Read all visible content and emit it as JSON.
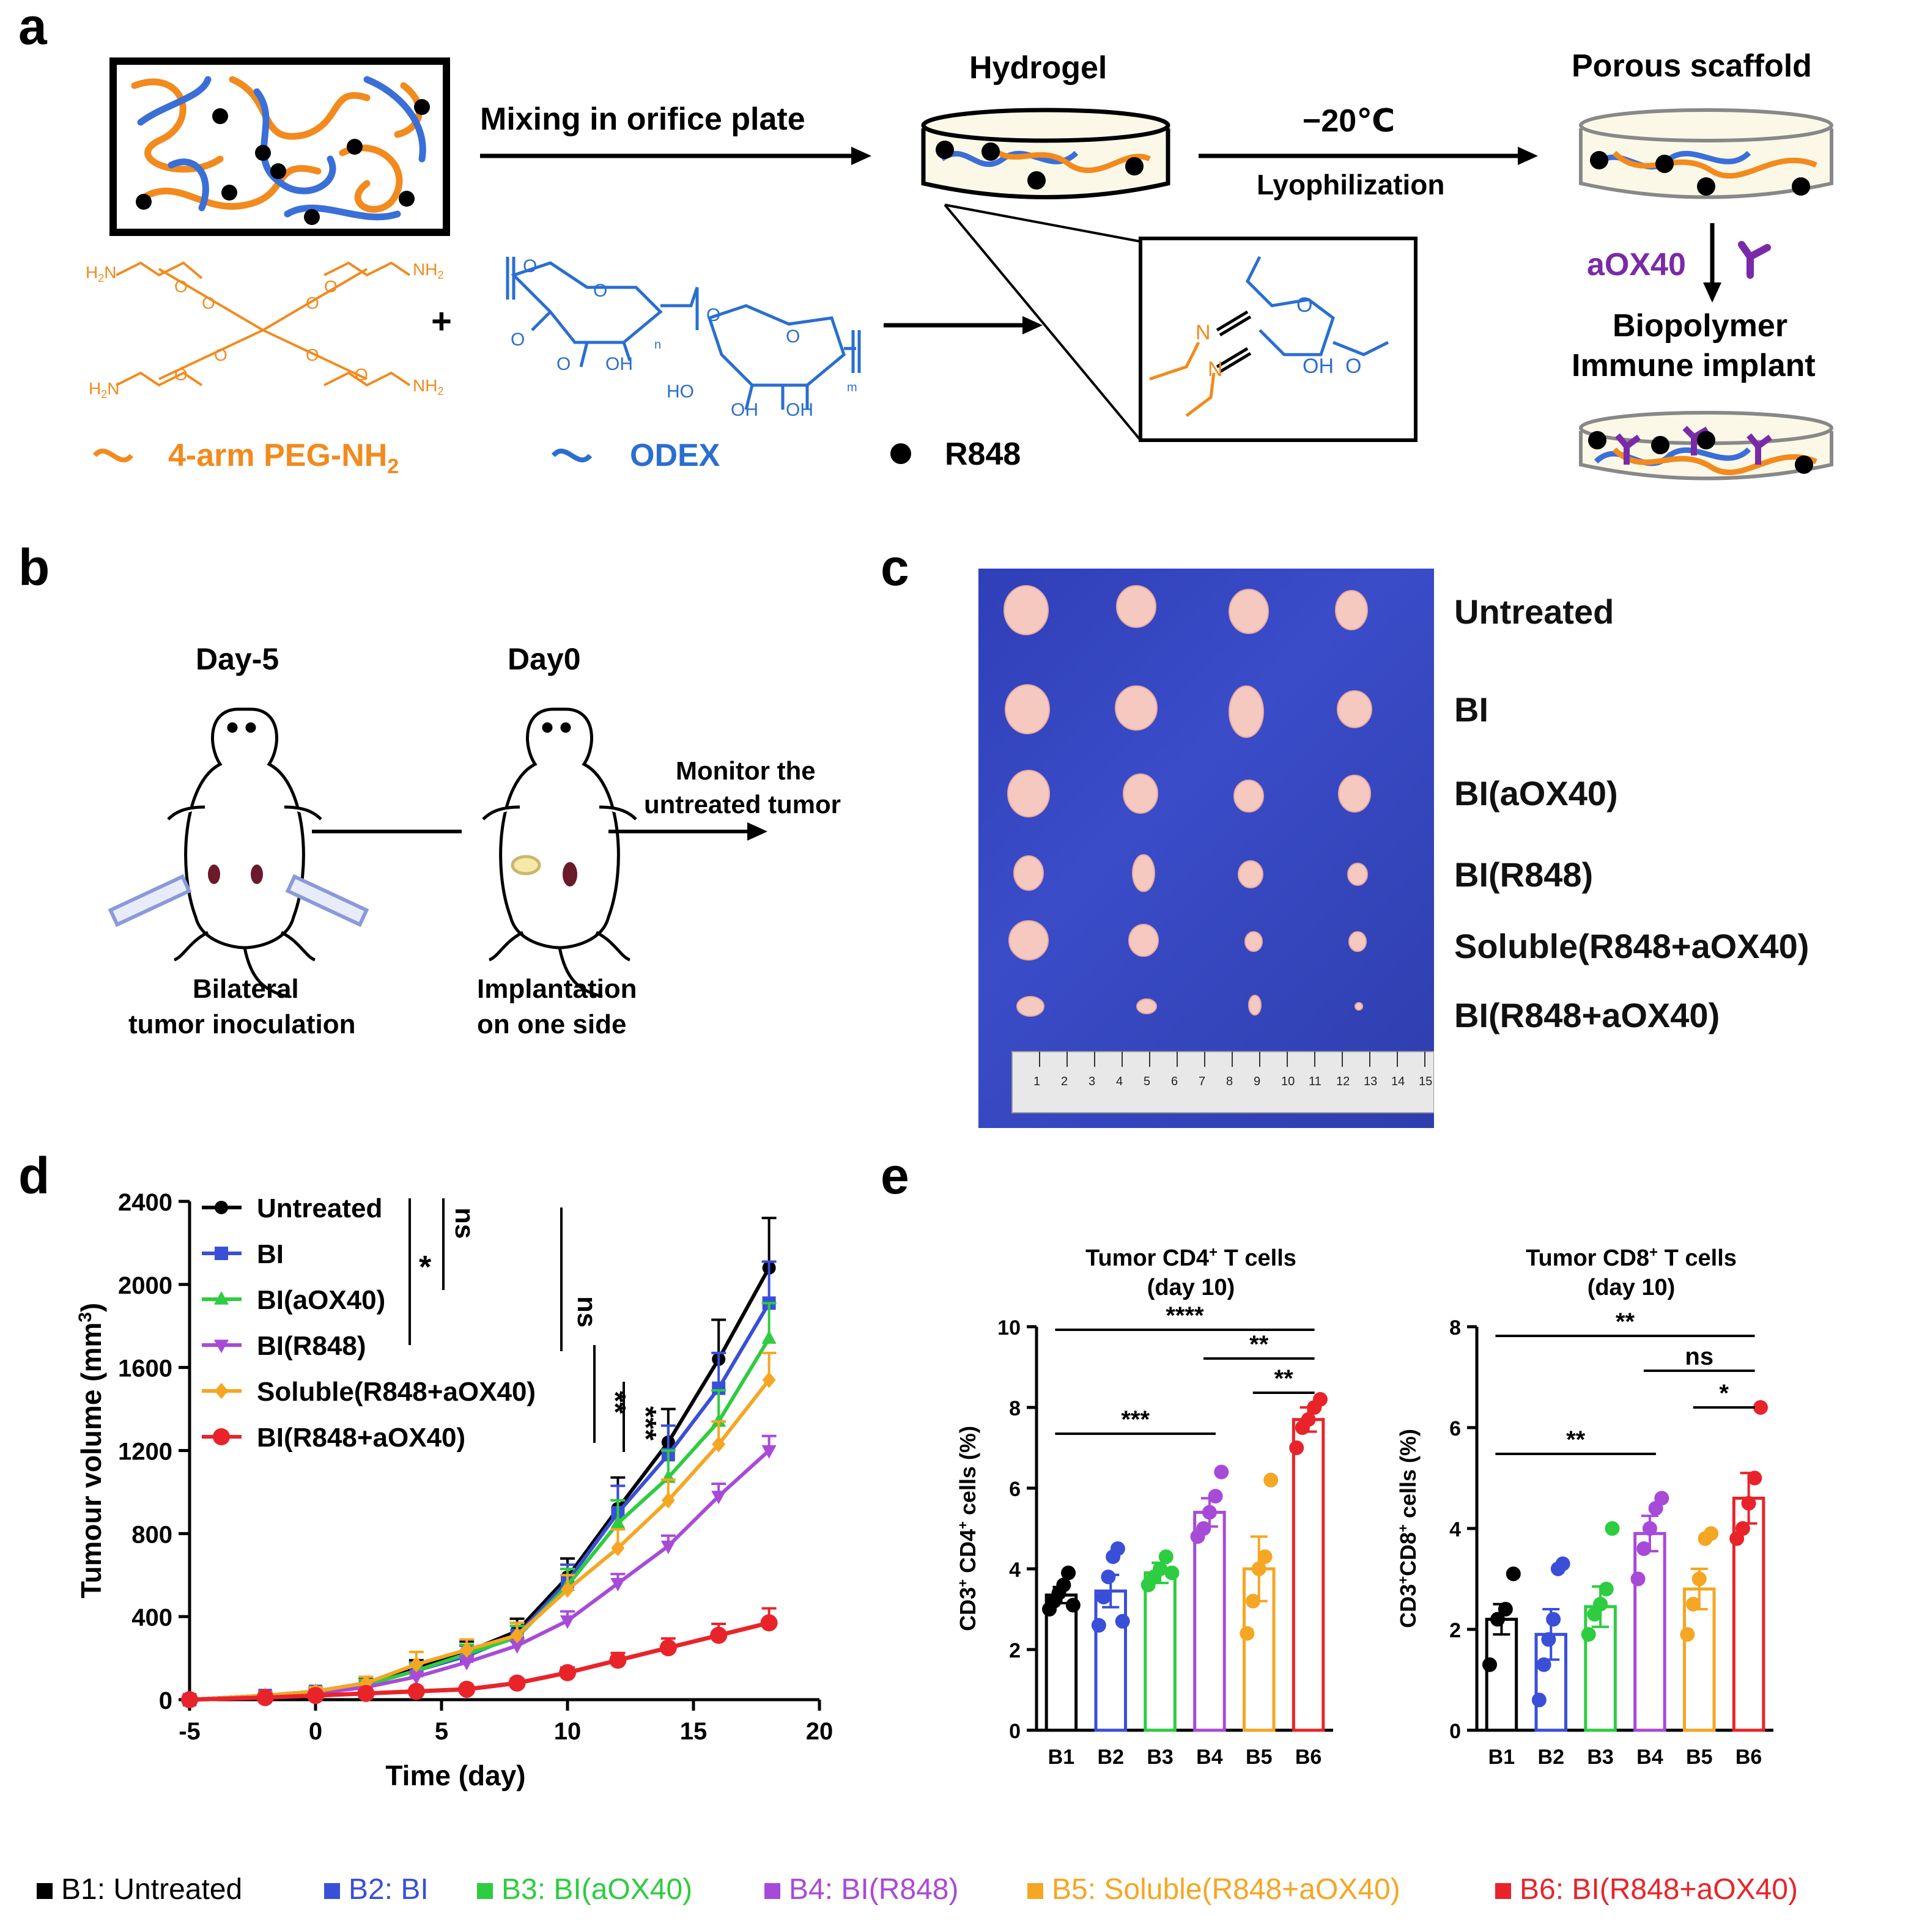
{
  "panels": {
    "a": "a",
    "b": "b",
    "c": "c",
    "d": "d",
    "e": "e"
  },
  "panel_a": {
    "step1": "Mixing in orifice plate",
    "hydrogel": "Hydrogel",
    "temp": "−20℃",
    "lyophilization": "Lyophilization",
    "porous_scaffold": "Porous scaffold",
    "aox40": "aOX40",
    "implant_line1": "Biopolymer",
    "implant_line2": "Immune implant",
    "plus": "+",
    "peg_label": "4-arm PEG-NH",
    "peg_sub": "2",
    "odex_label": "ODEX",
    "r848_label": "R848",
    "chem": {
      "nh2": "NH",
      "two": "2",
      "h2n": "H",
      "n": "N",
      "o": "O",
      "oh": "OH",
      "ho": "HO",
      "n_sub": "n",
      "m_sub": "m"
    }
  },
  "panel_b": {
    "day_minus5": "Day-5",
    "day0": "Day0",
    "monitor_line1": "Monitor the",
    "monitor_line2": "untreated tumor",
    "caption1_line1": "Bilateral",
    "caption1_line2": "tumor inoculation",
    "caption2_line1": "Implantation",
    "caption2_line2": "on one side"
  },
  "panel_c": {
    "rows": [
      "Untreated",
      "BI",
      "BI(aOX40)",
      "BI(R848)",
      "Soluble(R848+aOX40)",
      "BI(R848+aOX40)"
    ],
    "ruler_numbers": [
      "1",
      "2",
      "3",
      "4",
      "5",
      "6",
      "7",
      "8",
      "9",
      "10",
      "11",
      "12",
      "13",
      "14",
      "15"
    ]
  },
  "chart_data": [
    {
      "type": "line",
      "xlabel": "Time (day)",
      "ylabel": "Tumour volume (mm",
      "ylabel_sup": "3",
      "ylabel_end": ")",
      "xlim": [
        -5,
        20
      ],
      "ylim": [
        0,
        2400
      ],
      "xticks": [
        "-5",
        "0",
        "5",
        "10",
        "15",
        "20"
      ],
      "yticks": [
        "0",
        "400",
        "800",
        "1200",
        "1600",
        "2000",
        "2400"
      ],
      "x": [
        -5,
        -2,
        0,
        2,
        4,
        6,
        8,
        10,
        12,
        14,
        16,
        18
      ],
      "series": [
        {
          "name": "Untreated",
          "color": "#000000",
          "marker": "circle",
          "values": [
            0,
            20,
            40,
            80,
            150,
            230,
            330,
            590,
            920,
            1240,
            1640,
            2080
          ],
          "err": [
            10,
            15,
            20,
            25,
            40,
            50,
            60,
            90,
            150,
            160,
            190,
            240
          ]
        },
        {
          "name": "BI",
          "color": "#3a4fd8",
          "marker": "square",
          "values": [
            0,
            20,
            40,
            70,
            140,
            210,
            310,
            570,
            900,
            1180,
            1500,
            1910
          ],
          "err": [
            10,
            15,
            20,
            25,
            40,
            50,
            60,
            80,
            130,
            140,
            170,
            200
          ]
        },
        {
          "name": "BI(aOX40)",
          "color": "#2ecc40",
          "marker": "triangle",
          "values": [
            0,
            20,
            40,
            70,
            140,
            220,
            300,
            550,
            850,
            1070,
            1340,
            1740
          ],
          "err": [
            10,
            15,
            20,
            25,
            35,
            45,
            55,
            80,
            110,
            130,
            150,
            170
          ]
        },
        {
          "name": "BI(R848)",
          "color": "#a84ad8",
          "marker": "triangle-down",
          "values": [
            0,
            20,
            30,
            60,
            110,
            180,
            260,
            380,
            560,
            740,
            980,
            1200
          ],
          "err": [
            10,
            15,
            15,
            20,
            25,
            30,
            35,
            45,
            45,
            50,
            60,
            70
          ]
        },
        {
          "name": "Soluble(R848+aOX40)",
          "color": "#f5a623",
          "marker": "diamond",
          "values": [
            0,
            20,
            40,
            80,
            170,
            240,
            310,
            530,
            730,
            960,
            1230,
            1540
          ],
          "err": [
            10,
            15,
            20,
            30,
            60,
            50,
            60,
            70,
            90,
            100,
            110,
            130
          ]
        },
        {
          "name": "BI(R848+aOX40)",
          "color": "#e8242a",
          "marker": "circle",
          "values": [
            0,
            10,
            20,
            30,
            40,
            50,
            80,
            130,
            190,
            250,
            310,
            370
          ],
          "err": [
            5,
            8,
            10,
            10,
            10,
            15,
            20,
            25,
            35,
            45,
            55,
            70
          ]
        }
      ],
      "significance": [
        {
          "label": "*"
        },
        {
          "label": "ns"
        },
        {
          "label": "ns"
        },
        {
          "label": "**"
        },
        {
          "label": "***"
        }
      ]
    },
    {
      "type": "bar",
      "title_line1": "Tumor CD4",
      "title_sup": "+",
      "title_line1_end": " T cells",
      "title_line2": "(day 10)",
      "ylabel": "CD3",
      "ylabel_sup1": "+",
      "ylabel_mid": " CD4",
      "ylabel_sup2": "+",
      "ylabel_end": " cells (%)",
      "ylim": [
        0,
        10
      ],
      "yticks": [
        "0",
        "2",
        "4",
        "6",
        "8",
        "10"
      ],
      "categories": [
        "B1",
        "B2",
        "B3",
        "B4",
        "B5",
        "B6"
      ],
      "colors": [
        "#000000",
        "#3a4fd8",
        "#2ecc40",
        "#a84ad8",
        "#f5a623",
        "#e8242a"
      ],
      "values": [
        3.35,
        3.45,
        3.9,
        5.4,
        4.0,
        7.7
      ],
      "err": [
        0.2,
        0.4,
        0.25,
        0.35,
        0.8,
        0.3
      ],
      "points": [
        [
          3.0,
          3.2,
          3.4,
          3.6,
          3.9,
          3.1
        ],
        [
          2.6,
          3.3,
          3.8,
          4.3,
          4.5,
          2.7
        ],
        [
          3.6,
          3.8,
          4.0,
          4.3,
          3.9
        ],
        [
          4.8,
          5.0,
          5.4,
          5.8,
          6.4
        ],
        [
          2.4,
          3.2,
          4.0,
          4.3,
          6.2
        ],
        [
          7.0,
          7.5,
          7.7,
          8.0,
          8.2
        ]
      ],
      "significance": [
        {
          "label": "****"
        },
        {
          "label": "**"
        },
        {
          "label": "**"
        },
        {
          "label": "***"
        }
      ]
    },
    {
      "type": "bar",
      "title_line1": "Tumor CD8",
      "title_sup": "+",
      "title_line1_end": " T cells",
      "title_line2": "(day 10)",
      "ylabel": "CD3",
      "ylabel_sup1": "+",
      "ylabel_mid": "CD8",
      "ylabel_sup2": "+",
      "ylabel_end": " cells (%)",
      "ylim": [
        0,
        8
      ],
      "yticks": [
        "0",
        "2",
        "4",
        "6",
        "8"
      ],
      "categories": [
        "B1",
        "B2",
        "B3",
        "B4",
        "B5",
        "B6"
      ],
      "colors": [
        "#000000",
        "#3a4fd8",
        "#2ecc40",
        "#a84ad8",
        "#f5a623",
        "#e8242a"
      ],
      "values": [
        2.2,
        1.9,
        2.45,
        3.9,
        2.8,
        4.6
      ],
      "err": [
        0.3,
        0.5,
        0.4,
        0.35,
        0.4,
        0.5
      ],
      "points": [
        [
          1.3,
          2.2,
          2.4,
          3.1
        ],
        [
          0.6,
          1.3,
          1.8,
          2.2,
          3.2,
          3.3
        ],
        [
          1.9,
          2.3,
          2.5,
          2.8,
          4.0
        ],
        [
          3.0,
          3.6,
          4.0,
          4.4,
          4.6
        ],
        [
          1.9,
          2.5,
          3.0,
          3.8,
          3.9
        ],
        [
          3.8,
          4.0,
          4.5,
          5.0,
          6.4
        ]
      ],
      "significance": [
        {
          "label": "**"
        },
        {
          "label": "ns"
        },
        {
          "label": "*"
        },
        {
          "label": "**"
        }
      ]
    }
  ],
  "bottom_legend": [
    {
      "label": "B1: Untreated",
      "color": "#000000"
    },
    {
      "label": "B2: BI",
      "color": "#3a4fd8"
    },
    {
      "label": "B3: BI(aOX40)",
      "color": "#2ecc40"
    },
    {
      "label": "B4: BI(R848)",
      "color": "#a84ad8"
    },
    {
      "label": "B5: Soluble(R848+aOX40)",
      "color": "#f5a623"
    },
    {
      "label": "B6: BI(R848+aOX40)",
      "color": "#e8242a"
    }
  ]
}
